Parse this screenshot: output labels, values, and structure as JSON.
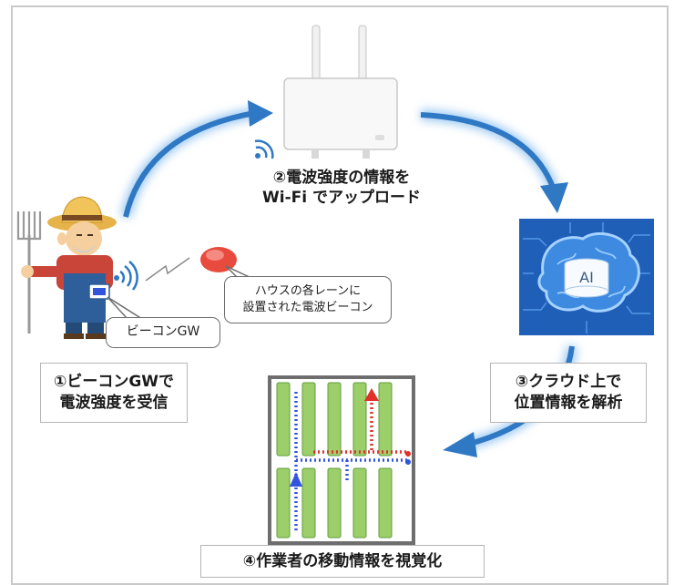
{
  "step2": {
    "line1": "②電波強度の情報を",
    "line2": "Wi-Fi でアップロード"
  },
  "step1": {
    "line1": "①ビーコンGWで",
    "line2": "電波強度を受信"
  },
  "step3": {
    "line1": "③クラウド上で",
    "line2": "位置情報を解析"
  },
  "step4": {
    "line1": "④作業者の移動情報を視覚化"
  },
  "beacon_callout": {
    "line1": "ハウスの各レーンに",
    "line2": "設置された電波ビーコン"
  },
  "gw_callout": {
    "line1": "ビーコンGW"
  },
  "ai_label": "AI",
  "colors": {
    "arrow": "#2f78c4",
    "route_red": "#e0302a",
    "route_blue": "#3355dd",
    "crop": "#9ccf6a",
    "circuit": "#1f5fb8"
  }
}
